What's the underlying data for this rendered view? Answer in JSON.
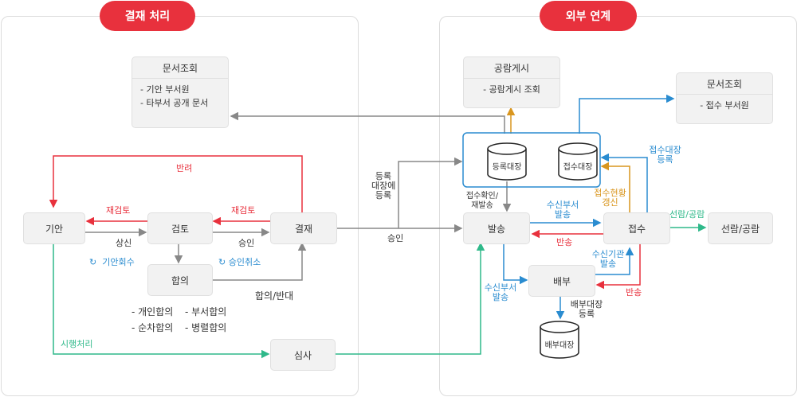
{
  "panels": {
    "left_title": "결재 처리",
    "right_title": "외부 연계"
  },
  "left": {
    "doc_lookup": {
      "title": "문서조회",
      "items": [
        "- 기안 부서원",
        "- 타부서 공개 문서"
      ]
    },
    "draft": "기안",
    "review": "검토",
    "approve": "결재",
    "consult": "합의",
    "audit": "심사",
    "labels": {
      "return": "반려",
      "re_review_1": "재검토",
      "re_review_2": "재검토",
      "report_up": "상신",
      "approve": "승인",
      "draft_recall": "기안회수",
      "approve_cancel": "승인취소",
      "agree_disagree": "합의/반대",
      "enforce": "시행처리"
    },
    "consult_types": [
      "- 개인합의",
      "- 부서합의",
      "- 순차합의",
      "- 병렬합의"
    ]
  },
  "middle": {
    "register_label": [
      "등록",
      "대장에",
      "등록"
    ],
    "approve_label": "승인"
  },
  "right": {
    "bulletin": {
      "title": "공람게시",
      "items": [
        "- 공람게시 조회"
      ]
    },
    "doc_lookup": {
      "title": "문서조회",
      "items": [
        "- 접수 부서원"
      ]
    },
    "register_ledger": "등록대장",
    "receive_ledger": "접수대장",
    "send": "발송",
    "receive": "접수",
    "distribute": "배부",
    "dist_ledger": "배부대장",
    "circulate": "선람/공람",
    "labels": {
      "check_resend": [
        "접수확인/",
        "재발송"
      ],
      "recv_dept_send": [
        "수신부서",
        "발송"
      ],
      "return_1": "반송",
      "return_2": "반송",
      "recv_status": [
        "접수현황",
        "갱신"
      ],
      "recv_ledger_reg": [
        "접수대장",
        "등록"
      ],
      "recv_org_send": [
        "수신기관",
        "발송"
      ],
      "recv_dept_send_2": [
        "수신부서",
        "발송"
      ],
      "dist_ledger_reg": [
        "배부대장",
        "등록"
      ],
      "circulate_label": "선람/공람"
    }
  },
  "colors": {
    "accent": "#e8313d",
    "blue": "#2a8cd0",
    "green": "#2fb98a",
    "gold": "#d9961f",
    "gray": "#888888"
  }
}
